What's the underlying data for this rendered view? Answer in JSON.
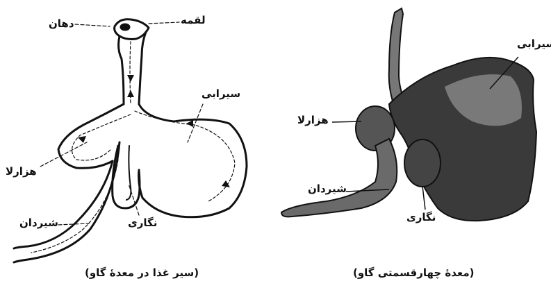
{
  "left_diagram": {
    "labels": {
      "mouth": "دهان",
      "bolus": "لقمه",
      "rumen": "سیرابی",
      "omasum": "هزارلا",
      "reticulum": "نگاری",
      "abomasum": "شیردان"
    },
    "caption": "(سیر غذا در معدهٔ گاو)"
  },
  "right_diagram": {
    "labels": {
      "rumen": "سیرابی",
      "omasum": "هزارلا",
      "abomasum": "شیردان",
      "reticulum": "نگاری"
    },
    "caption": "(معدهٔ چهارقسمتی گاو)"
  }
}
